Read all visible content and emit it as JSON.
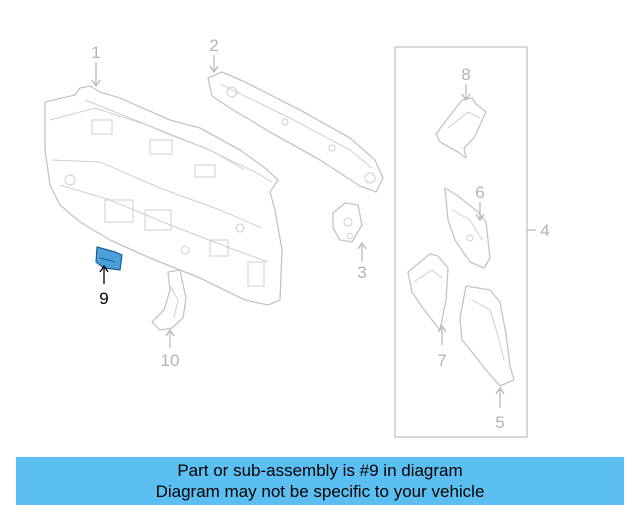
{
  "diagram": {
    "callouts": {
      "c1": "1",
      "c2": "2",
      "c3": "3",
      "c4": "4",
      "c5": "5",
      "c6": "6",
      "c7": "7",
      "c8": "8",
      "c9": "9",
      "c10": "10"
    },
    "highlighted_part": "9",
    "colors": {
      "highlight_part": "#4a9fd8",
      "line": "#c4c4c4",
      "callout_text": "#b3b3b3",
      "banner": "#5bbff2"
    }
  },
  "banner": {
    "line1": "Part or sub-assembly is #9 in diagram",
    "line2": "Diagram may not be specific to your vehicle"
  }
}
